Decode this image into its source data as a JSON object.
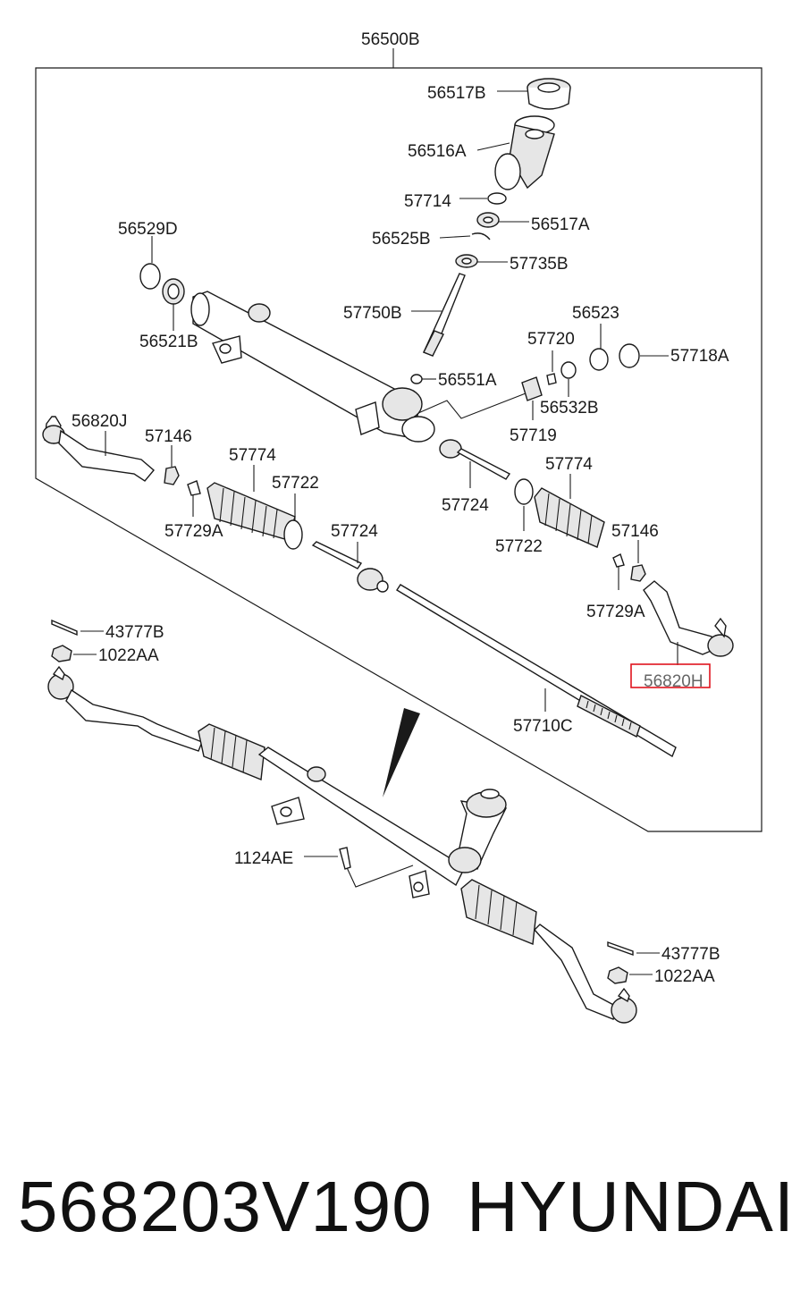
{
  "diagram": {
    "assembly_label": "56500B",
    "highlight_color": "#e0141e",
    "highlighted_label": "56820H",
    "callouts": {
      "c56517B_top": "56517B",
      "c56516A": "56516A",
      "c57714": "57714",
      "c56517A": "56517A",
      "c56525B": "56525B",
      "c57735B": "57735B",
      "c56529D": "56529D",
      "c56521B": "56521B",
      "c57750B": "57750B",
      "c56551A": "56551A",
      "c56523": "56523",
      "c57720": "57720",
      "c57718A": "57718A",
      "c56532B": "56532B",
      "c57719": "57719",
      "c56820J": "56820J",
      "c57146_left": "57146",
      "c57774_left": "57774",
      "c57722_left": "57722",
      "c57729A_left": "57729A",
      "c57724_mid": "57724",
      "c57724_right": "57724",
      "c57774_right": "57774",
      "c57722_right": "57722",
      "c57146_right": "57146",
      "c57729A_right": "57729A",
      "c56820H": "56820H",
      "c57710C": "57710C",
      "c43777B_left": "43777B",
      "c1022AA_left": "1022AA",
      "c1124AE": "1124AE",
      "c43777B_right": "43777B",
      "c1022AA_right": "1022AA"
    }
  },
  "footer": {
    "part_number": "568203V190",
    "brand": "HYUNDAI"
  }
}
